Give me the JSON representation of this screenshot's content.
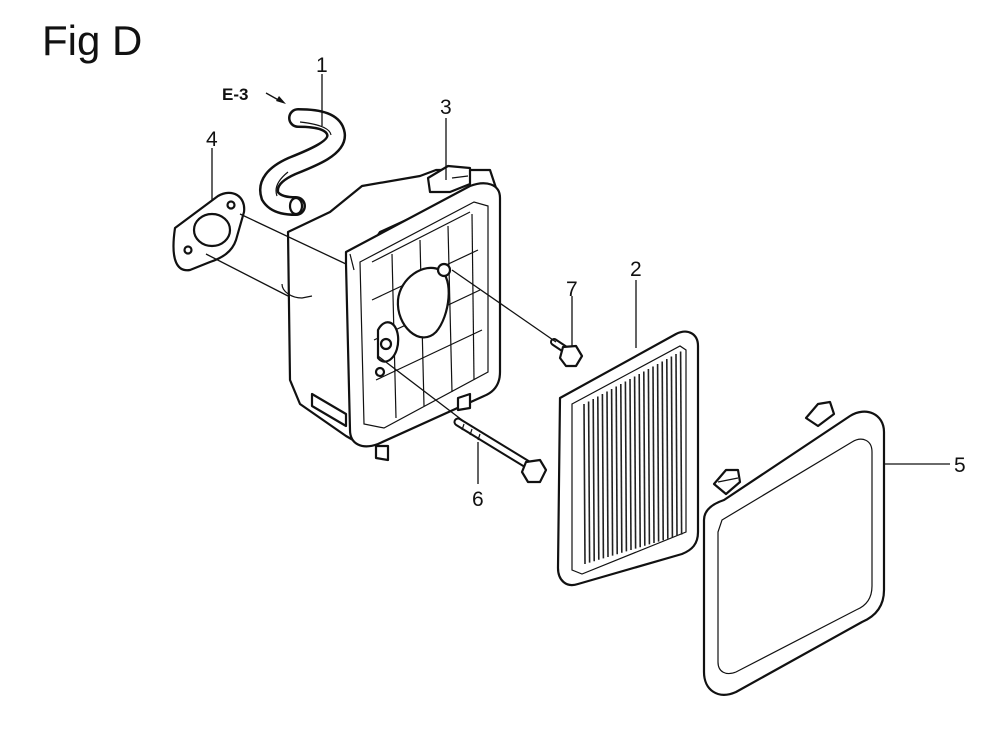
{
  "figure": {
    "title": "Fig D",
    "reference": "E-3"
  },
  "callouts": [
    {
      "id": "1",
      "label": "1"
    },
    {
      "id": "2",
      "label": "2"
    },
    {
      "id": "3",
      "label": "3"
    },
    {
      "id": "4",
      "label": "4"
    },
    {
      "id": "5",
      "label": "5"
    },
    {
      "id": "6",
      "label": "6"
    },
    {
      "id": "7",
      "label": "7"
    }
  ]
}
